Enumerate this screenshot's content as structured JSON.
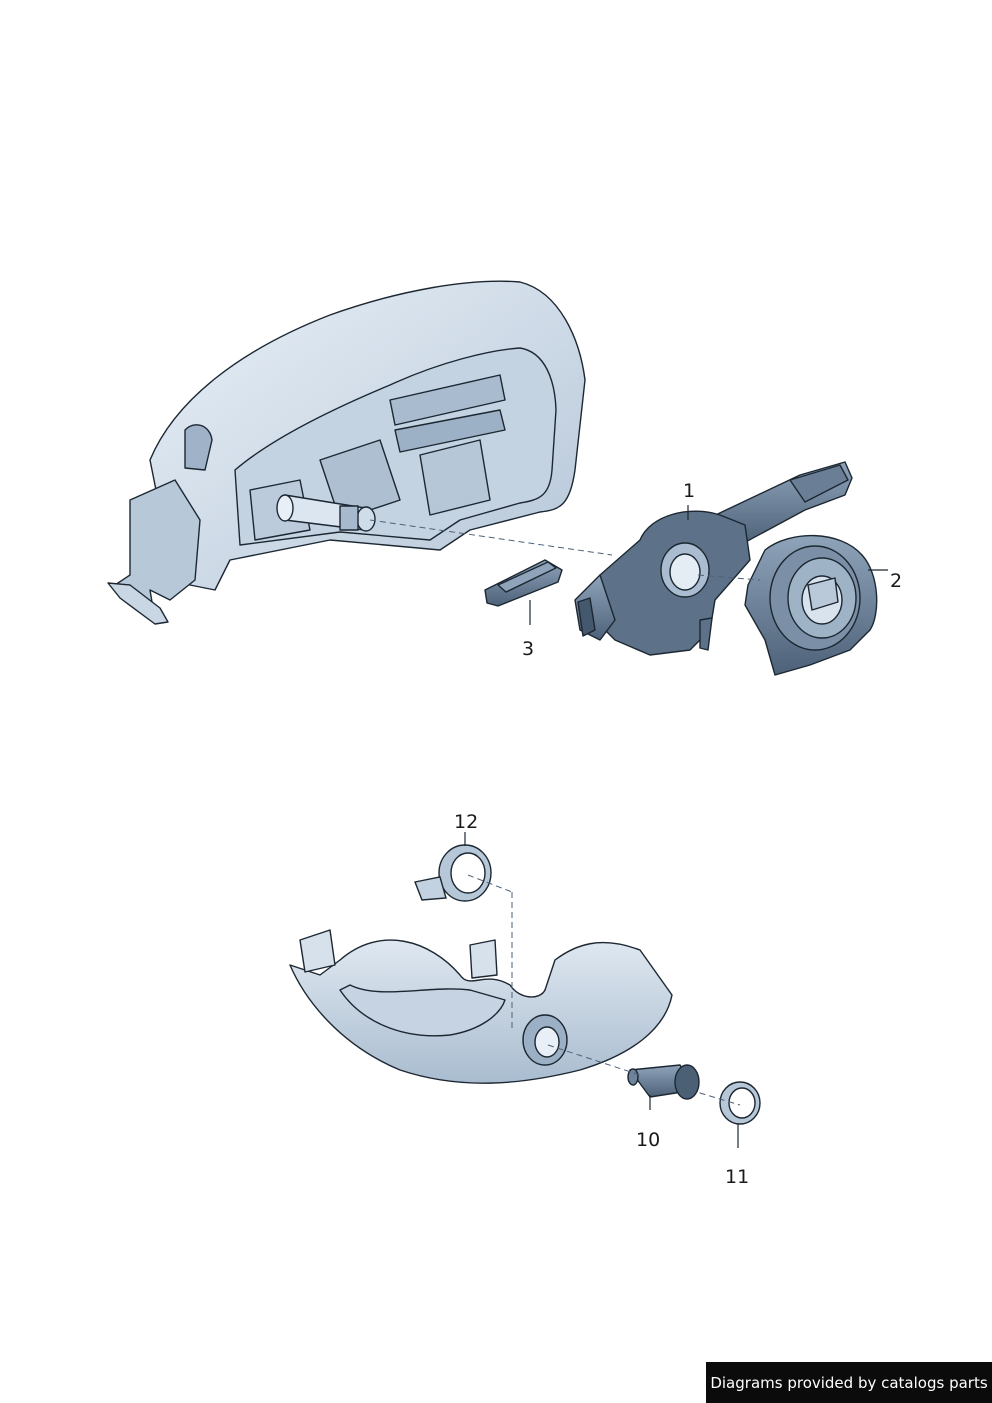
{
  "diagram": {
    "callouts": [
      {
        "id": "1",
        "label": "1"
      },
      {
        "id": "2",
        "label": "2"
      },
      {
        "id": "3",
        "label": "3"
      },
      {
        "id": "10",
        "label": "10"
      },
      {
        "id": "11",
        "label": "11"
      },
      {
        "id": "12",
        "label": "12"
      }
    ]
  },
  "credit": "Diagrams provided by catalogs parts",
  "colors": {
    "part_fill": "#cfdcea",
    "part_light": "#e6eef6",
    "part_dark": "#8ea6bf",
    "outline": "#1c2732",
    "leader": "#1c2732"
  }
}
